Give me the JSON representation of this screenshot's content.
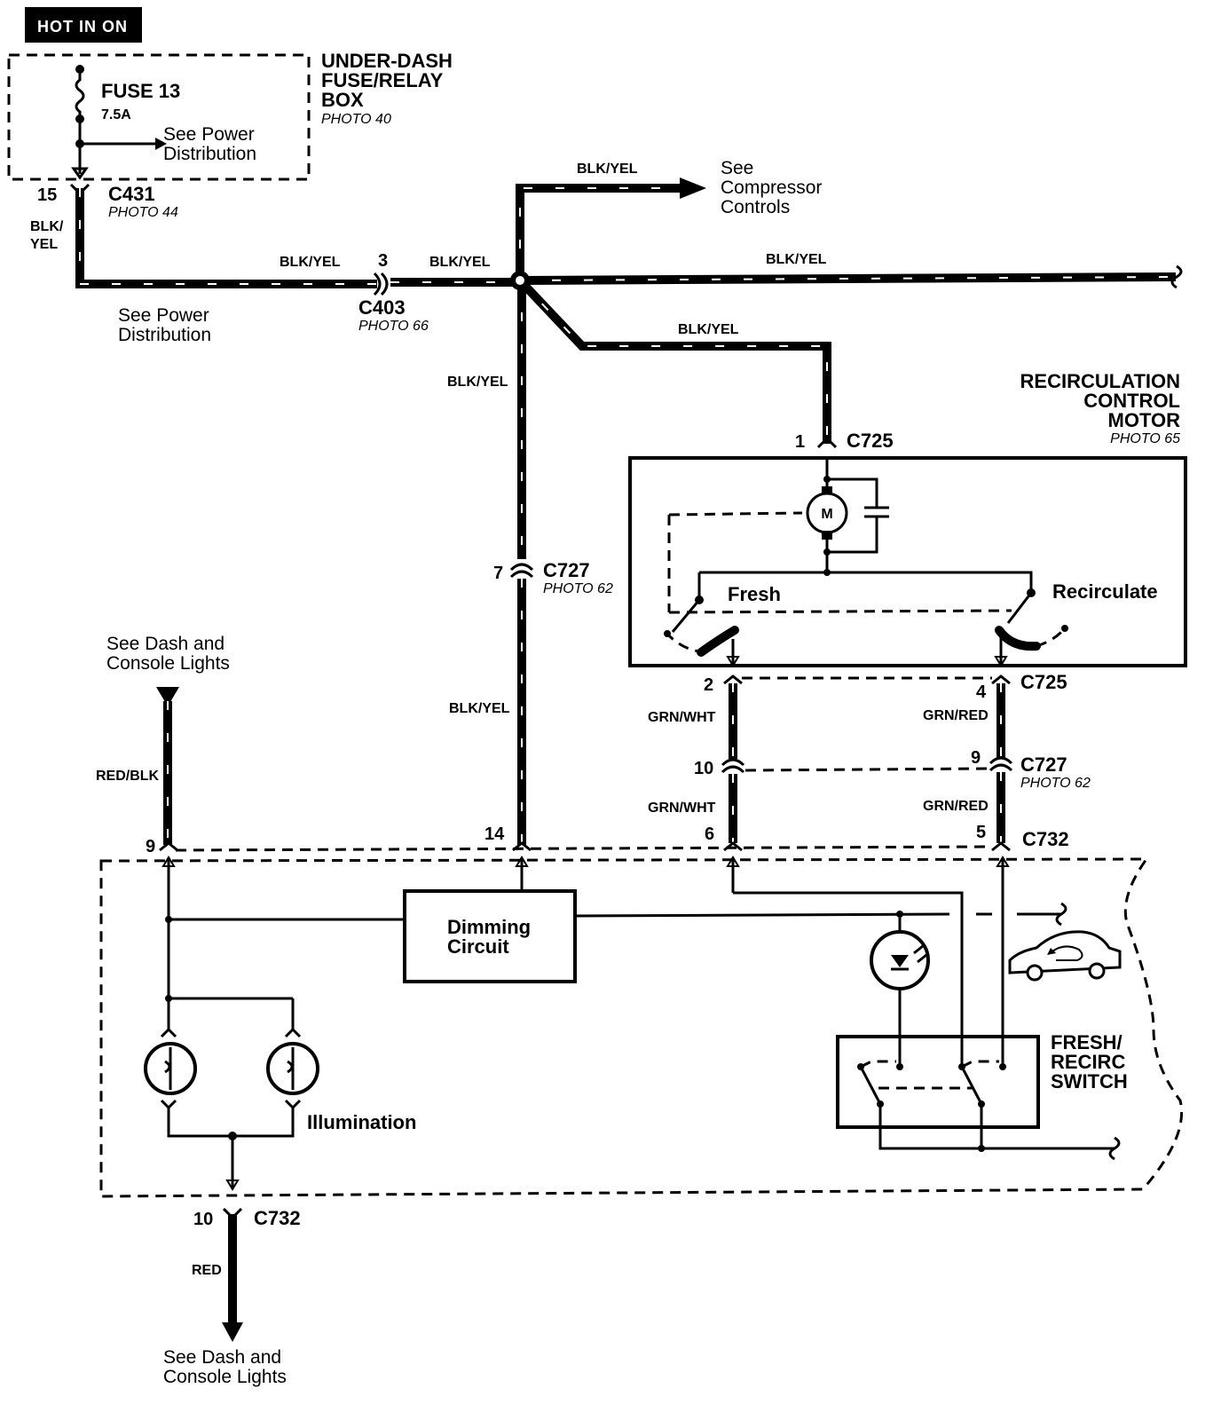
{
  "hot_badge": "HOT IN ON",
  "fuse_box": {
    "title_lines": [
      "UNDER-DASH",
      "FUSE/RELAY",
      "BOX"
    ],
    "photo": "PHOTO 40",
    "fuse_name": "FUSE 13",
    "fuse_rating": "7.5A",
    "see_lines": [
      "See Power",
      "Distribution"
    ]
  },
  "c431": {
    "name": "C431",
    "photo": "PHOTO 44",
    "pin": "15",
    "wire_lines": [
      "BLK/",
      "YEL"
    ]
  },
  "c403": {
    "name": "C403",
    "photo": "PHOTO 66",
    "pin": "3"
  },
  "see_power": [
    "See Power",
    "Distribution"
  ],
  "see_compressor": [
    "See",
    "Compressor",
    "Controls"
  ],
  "wire_blk_yel": "BLK/YEL",
  "wire_grn_wht": "GRN/WHT",
  "wire_grn_red": "GRN/RED",
  "wire_red_blk": "RED/BLK",
  "wire_red": "RED",
  "motor": {
    "title_lines": [
      "RECIRCULATION",
      "CONTROL",
      "MOTOR"
    ],
    "photo": "PHOTO 65",
    "symbol": "M",
    "fresh": "Fresh",
    "recirculate": "Recirculate"
  },
  "c725": {
    "name": "C725",
    "pin1": "1",
    "pin2": "2",
    "pin4": "4"
  },
  "c727": {
    "name": "C727",
    "photo": "PHOTO 62",
    "pin7": "7",
    "pin9": "9",
    "pin10": "10"
  },
  "c732": {
    "name": "C732",
    "pin9": "9",
    "pin14": "14",
    "pin6": "6",
    "pin5": "5",
    "pin10": "10"
  },
  "see_dash_top": [
    "See Dash and",
    "Console Lights"
  ],
  "see_dash_bottom": [
    "See Dash and",
    "Console Lights"
  ],
  "dimming": [
    "Dimming",
    "Circuit"
  ],
  "illumination": "Illumination",
  "switch_title": [
    "FRESH/",
    "RECIRC",
    "SWITCH"
  ]
}
